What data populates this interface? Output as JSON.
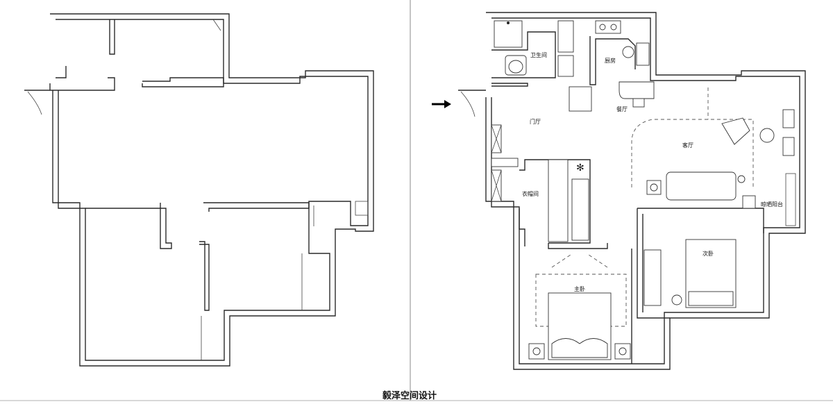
{
  "left_plan": {
    "name": "original-floor-plan"
  },
  "right_plan": {
    "name": "redesigned-floor-plan",
    "rooms": {
      "bathroom": "卫生间",
      "kitchen": "厨房",
      "dining": "餐厅",
      "foyer": "门厅",
      "living": "客厅",
      "walkin_closet": "衣帽间",
      "drying_balcony": "晾晒阳台",
      "second_bedroom": "次卧",
      "master_bedroom": "主卧"
    },
    "entrance_icon": "right-arrow-icon"
  },
  "caption": "毅泽空间设计",
  "colors": {
    "wall": "#2a2a2a",
    "divider": "#888888",
    "text": "#111111"
  }
}
